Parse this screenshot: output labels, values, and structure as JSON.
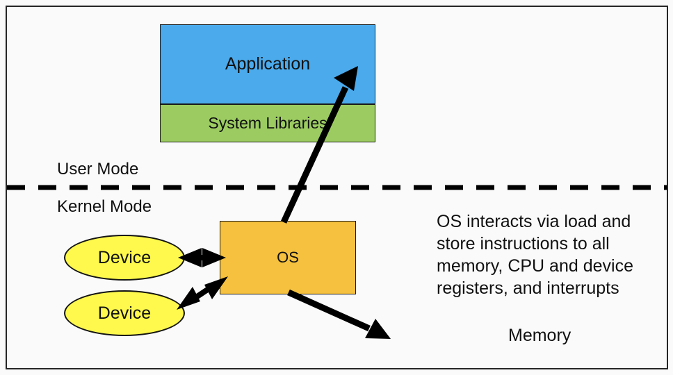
{
  "diagram": {
    "title": "Operating System user mode / kernel mode architecture",
    "frame": {
      "border_color": "#262626",
      "background": "#fafafa"
    },
    "separator": {
      "name": "user-kernel-mode-divider",
      "style": "dashed",
      "color": "#000000"
    },
    "boxes": [
      {
        "id": "application",
        "label": "Application",
        "color": "#4aaaec"
      },
      {
        "id": "system_libraries",
        "label": "System Libraries",
        "color": "#9ccc61"
      },
      {
        "id": "os",
        "label": "OS",
        "color": "#f5c13e"
      }
    ],
    "ellipses": [
      {
        "id": "device_1",
        "label": "Device",
        "color": "#fef94c"
      },
      {
        "id": "device_2",
        "label": "Device",
        "color": "#fef94c"
      }
    ],
    "labels": {
      "user_mode": "User Mode",
      "kernel_mode": "Kernel Mode",
      "memory": "Memory"
    },
    "notes": {
      "os_interaction": "OS interacts via load and store instructions to all memory, CPU and device registers, and interrupts"
    },
    "arrows": [
      {
        "id": "os-to-application",
        "from": "OS",
        "to": "Application",
        "heads": "single"
      },
      {
        "id": "device1-to-os",
        "from": "Device",
        "to": "OS",
        "heads": "double"
      },
      {
        "id": "device2-to-os",
        "from": "Device",
        "to": "OS",
        "heads": "double"
      },
      {
        "id": "os-to-memory",
        "from": "OS",
        "to": "Memory",
        "heads": "single"
      }
    ]
  }
}
